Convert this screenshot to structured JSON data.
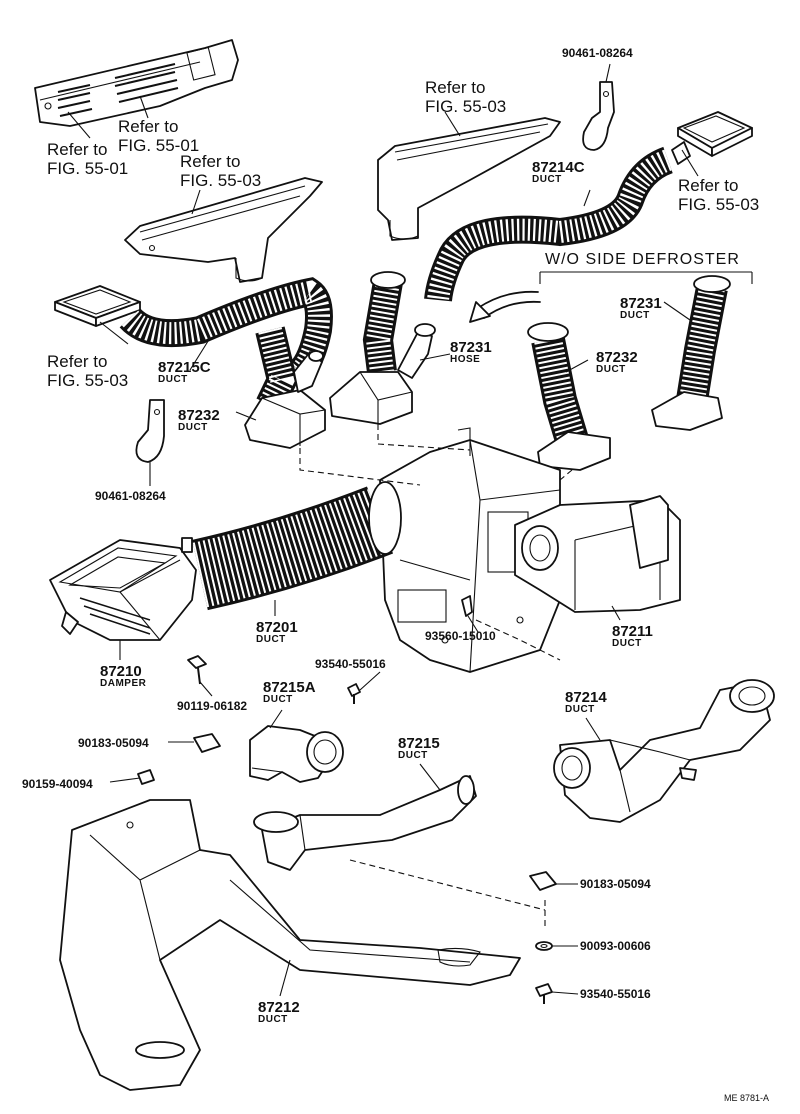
{
  "refs": {
    "fig_55_01_a": [
      "Refer to",
      "FIG. 55-01"
    ],
    "fig_55_01_b": [
      "Refer to",
      "FIG. 55-01"
    ],
    "fig_55_03_a": [
      "Refer to",
      "FIG. 55-03"
    ],
    "fig_55_03_b": [
      "Refer to",
      "FIG. 55-03"
    ],
    "fig_55_03_c": [
      "Refer to",
      "FIG. 55-03"
    ],
    "fig_55_03_d": [
      "Refer to",
      "FIG. 55-03"
    ]
  },
  "banner": "W/O SIDE DEFROSTER",
  "parts": {
    "p87214C": {
      "number": "87214C",
      "name": "DUCT"
    },
    "p87215C": {
      "number": "87215C",
      "name": "DUCT"
    },
    "p87231_hose": {
      "number": "87231",
      "name": "HOSE"
    },
    "p87232_left": {
      "number": "87232",
      "name": "DUCT"
    },
    "p87232_right": {
      "number": "87232",
      "name": "DUCT"
    },
    "p87231_duct": {
      "number": "87231",
      "name": "DUCT"
    },
    "p87201": {
      "number": "87201",
      "name": "DUCT"
    },
    "p87210": {
      "number": "87210",
      "name": "DAMPER"
    },
    "p87211": {
      "number": "87211",
      "name": "DUCT"
    },
    "p87215A": {
      "number": "87215A",
      "name": "DUCT"
    },
    "p87215": {
      "number": "87215",
      "name": "DUCT"
    },
    "p87214": {
      "number": "87214",
      "name": "DUCT"
    },
    "p87212": {
      "number": "87212",
      "name": "DUCT"
    }
  },
  "fasteners": {
    "f90461_top": "90461-08264",
    "f90461_left": "90461-08264",
    "f93560": "93560-15010",
    "f93540_a": "93540-55016",
    "f90119": "90119-06182",
    "f90183_left": "90183-05094",
    "f90159": "90159-40094",
    "f90183_right": "90183-05094",
    "f90093": "90093-00606",
    "f93540_b": "93540-55016"
  },
  "code": "ME  8781-A"
}
